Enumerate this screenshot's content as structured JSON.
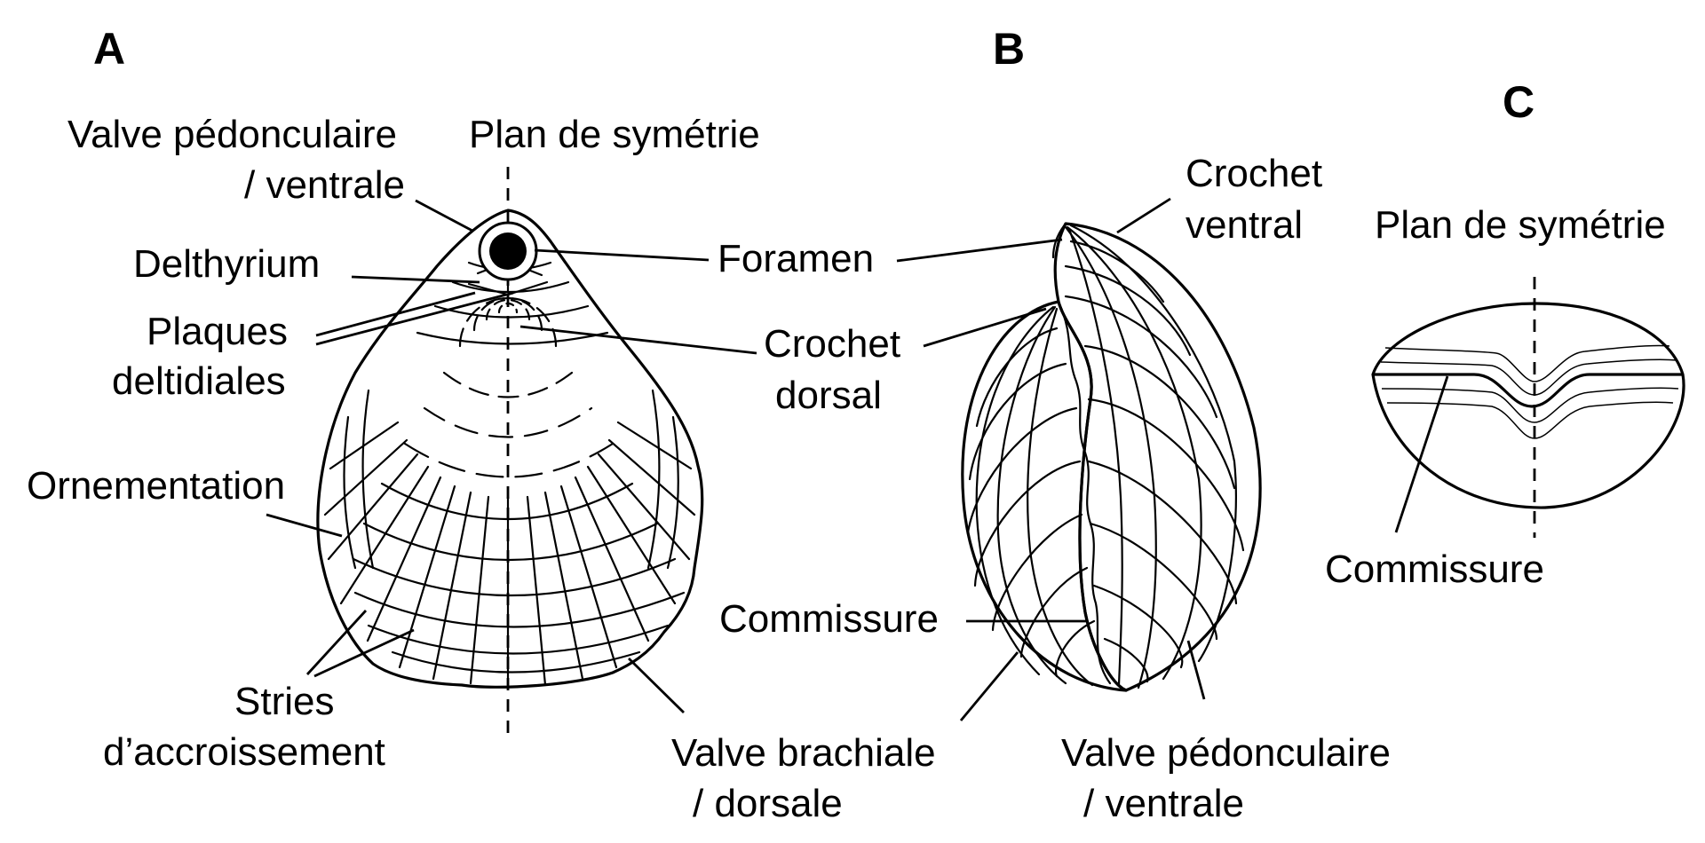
{
  "panels": {
    "a": {
      "title": "A",
      "labels": {
        "valve_pedonculaire_1": "Valve pédonculaire",
        "valve_pedonculaire_2": "/ ventrale",
        "plan_symetrie": "Plan de symétrie",
        "delthyrium": "Delthyrium",
        "plaques_1": "Plaques",
        "plaques_2": "deltidiales",
        "foramen": "Foramen",
        "crochet_dorsal_1": "Crochet",
        "crochet_dorsal_2": "dorsal",
        "ornementation": "Ornementation",
        "stries_1": "Stries",
        "stries_2": "d’accroissement",
        "valve_brachiale_1": "Valve brachiale",
        "valve_brachiale_2": "/ dorsale"
      }
    },
    "b": {
      "title": "B",
      "labels": {
        "crochet_ventral_1": "Crochet",
        "crochet_ventral_2": "ventral",
        "commissure": "Commissure",
        "valve_pedonculaire_1": "Valve pédonculaire",
        "valve_pedonculaire_2": "/ ventrale"
      }
    },
    "c": {
      "title": "C",
      "labels": {
        "plan_symetrie": "Plan de symétrie",
        "commissure": "Commissure"
      }
    }
  }
}
